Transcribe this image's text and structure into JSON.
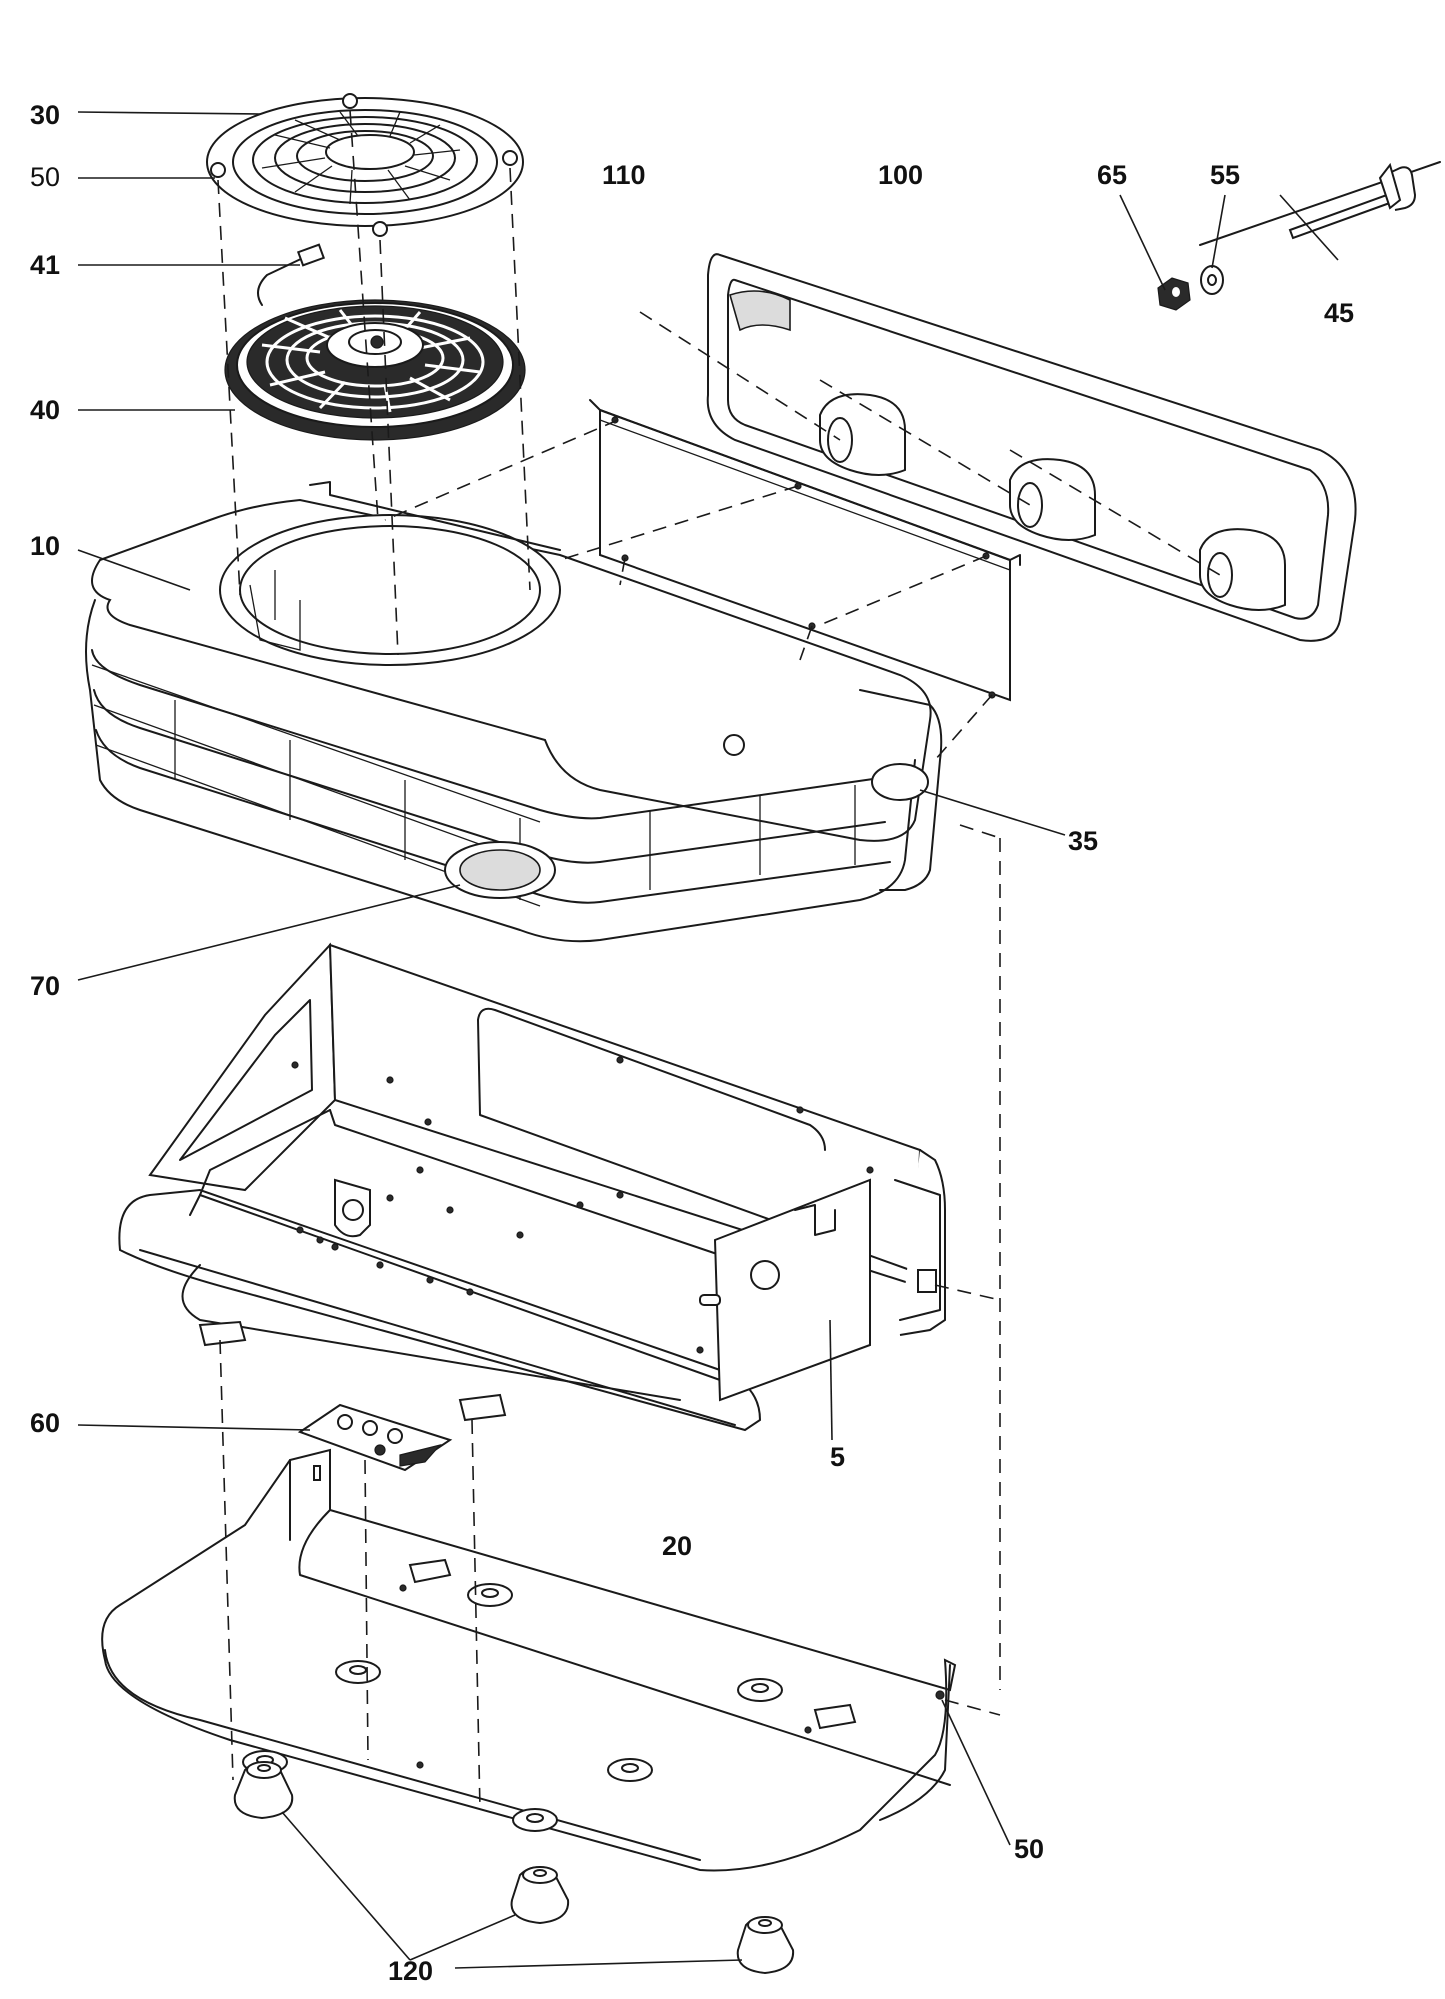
{
  "callouts": {
    "c30": "30",
    "c50_top": "50",
    "c41": "41",
    "c40": "40",
    "c10": "10",
    "c70": "70",
    "c110": "110",
    "c100": "100",
    "c65": "65",
    "c55": "55",
    "c45": "45",
    "c35": "35",
    "c5": "5",
    "c60": "60",
    "c20": "20",
    "c50_bottom": "50",
    "c120": "120"
  },
  "icons": {
    "fan-guard": "grille-ring",
    "fan": "axial-fan",
    "housing": "top-cover",
    "frame": "sheet-metal-frame",
    "base-plate": "bottom-tray",
    "feet": "rubber-feet"
  }
}
